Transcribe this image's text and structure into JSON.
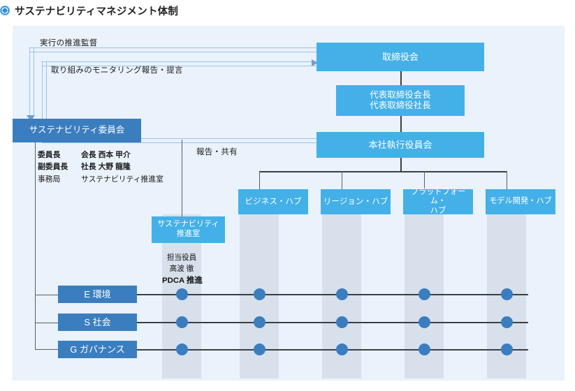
{
  "title": {
    "text": "サステナビリティマネジメント体制",
    "icon": "ring-bullet-icon"
  },
  "colors": {
    "sky": "#44b0e8",
    "steel": "#3a7ebf",
    "panel_bg": "#eaf2fb",
    "band": "#d8e0ec",
    "line": "#3b3f46",
    "flow": "#9cc3e8"
  },
  "flows": [
    {
      "id": "supervision",
      "label": "実行の推進監督"
    },
    {
      "id": "monitoring",
      "label": "取り組みのモニタリング報告・提言"
    },
    {
      "id": "report-share",
      "label": "報告・共有"
    }
  ],
  "boxes": {
    "board": "取締役会",
    "representatives": [
      "代表取締役会長",
      "代表取締役社長"
    ],
    "executive_committee": "本社執行役員会",
    "sustainability_committee": "サステナビリティ委員会",
    "promotion_office": [
      "サステナビリティ",
      "推進室"
    ]
  },
  "committee_members": [
    {
      "role": "委員長",
      "name": "会長 西本 甲介"
    },
    {
      "role": "副委員長",
      "name": "社長 大野 龍隆"
    },
    {
      "role": "事務局",
      "name": "サステナビリティ推進室"
    }
  ],
  "office_caption": {
    "line1": "担当役員",
    "line2": "高波 徹",
    "line3": "PDCA 推進"
  },
  "hubs": [
    {
      "id": "business",
      "lines": [
        "ビジネス・ハブ"
      ]
    },
    {
      "id": "region",
      "lines": [
        "リージョン・ハブ"
      ]
    },
    {
      "id": "platform",
      "lines": [
        "プラットフォーム・",
        "ハブ"
      ]
    },
    {
      "id": "model",
      "lines": [
        "モデル開発・ハブ"
      ]
    }
  ],
  "esg_rows": [
    {
      "id": "environment",
      "label": "E 環境"
    },
    {
      "id": "social",
      "label": "S 社会"
    },
    {
      "id": "governance",
      "label": "G ガバナンス"
    }
  ],
  "matrix": {
    "columns": [
      "promotion-office",
      "business",
      "region",
      "platform",
      "model"
    ],
    "rows": [
      "environment",
      "social",
      "governance"
    ],
    "marks": [
      [
        true,
        true,
        true,
        true,
        true
      ],
      [
        true,
        true,
        true,
        true,
        true
      ],
      [
        true,
        true,
        true,
        true,
        true
      ]
    ]
  }
}
